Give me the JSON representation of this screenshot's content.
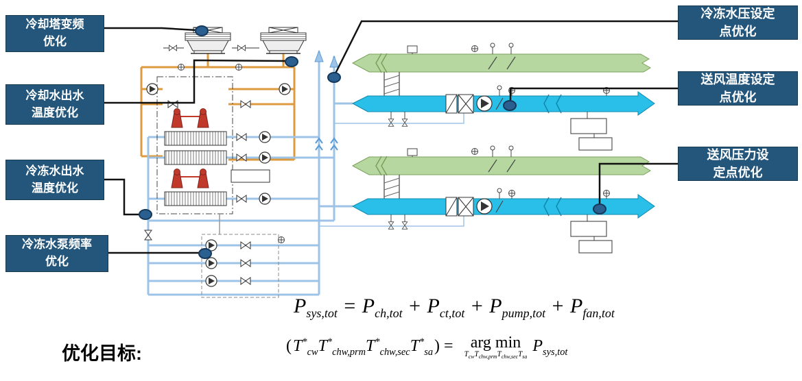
{
  "callouts": {
    "left": [
      {
        "id": "cooling-tower-vfd",
        "text": "冷却塔变频\n优化"
      },
      {
        "id": "cooling-water-outlet-temp",
        "text": "冷却水出水\n温度优化"
      },
      {
        "id": "chilled-water-outlet-temp",
        "text": "冷冻水出水\n温度优化"
      },
      {
        "id": "chilled-water-pump-freq",
        "text": "冷冻水泵频率\n优化"
      }
    ],
    "right": [
      {
        "id": "chilled-water-pressure-setpoint",
        "text": "冷冻水压设定\n点优化"
      },
      {
        "id": "supply-air-temp-setpoint",
        "text": "送风温度设定\n点优化"
      },
      {
        "id": "supply-air-pressure-setpoint",
        "text": "送风压力设\n定点优化"
      }
    ]
  },
  "objective": {
    "label": "优化目标:"
  },
  "formulas": {
    "power": [
      {
        "b": "P",
        "sub": "sys,tot"
      },
      {
        "t": " = "
      },
      {
        "b": "P",
        "sub": "ch,tot"
      },
      {
        "t": " + "
      },
      {
        "b": "P",
        "sub": "ct,tot"
      },
      {
        "t": " + "
      },
      {
        "b": "P",
        "sub": "pump,tot"
      },
      {
        "t": " + "
      },
      {
        "b": "P",
        "sub": "fan,tot"
      }
    ],
    "argmin": [
      {
        "t": "("
      },
      {
        "b": "T",
        "sup": "*",
        "sub": "cw"
      },
      {
        "b": "T",
        "sup": "*",
        "sub": "chw,prm"
      },
      {
        "b": "T",
        "sup": "*",
        "sub": "chw,sec"
      },
      {
        "b": "T",
        "sup": "*",
        "sub": "sa"
      },
      {
        "t": ") = "
      },
      {
        "argmin": {
          "label": "arg min",
          "under": [
            {
              "b": "T",
              "sub": "cw"
            },
            {
              "b": "T",
              "sub": "chw,prm"
            },
            {
              "b": "T",
              "sub": "chw,sec"
            },
            {
              "b": "T",
              "sub": "sa"
            }
          ]
        }
      },
      {
        "b": "P",
        "sub": "sys,tot"
      }
    ]
  },
  "colors": {
    "callout_bg": "#24567B",
    "callout_text": "#FFFFFF",
    "condenser_pipe_orange": "#DE9A3F",
    "chilled_pipe_blue": "#9DC3E6",
    "supply_duct_cyan": "#29BFE8",
    "return_duct_green": "#B7D7A0",
    "compressor_red": "#C0392B",
    "callout_dot": "#2A5F8F"
  }
}
